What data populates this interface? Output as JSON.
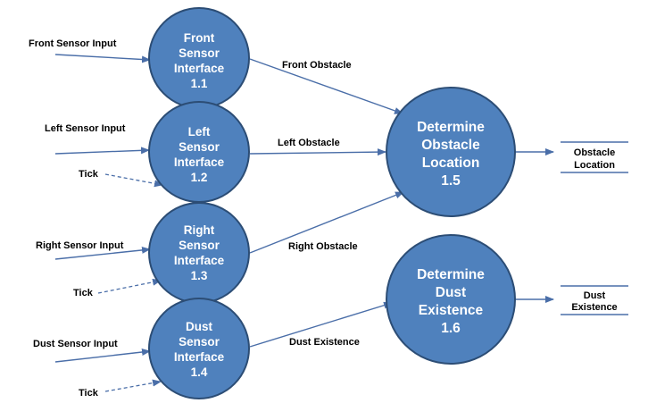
{
  "colors": {
    "process_fill": "#4F81BD",
    "process_stroke": "#2C4D75",
    "arrow": "#4A6EA8",
    "text_on_process": "#FFFFFF",
    "label": "#000000"
  },
  "processes": {
    "front": {
      "lines": [
        "Front",
        "Sensor",
        "Interface",
        "1.1"
      ]
    },
    "left": {
      "lines": [
        "Left",
        "Sensor",
        "Interface",
        "1.2"
      ]
    },
    "right": {
      "lines": [
        "Right",
        "Sensor",
        "Interface",
        "1.3"
      ]
    },
    "dust": {
      "lines": [
        "Dust",
        "Sensor",
        "Interface",
        "1.4"
      ]
    },
    "obstacle": {
      "lines": [
        "Determine",
        "Obstacle",
        "Location",
        "1.5"
      ]
    },
    "existence": {
      "lines": [
        "Determine",
        "Dust",
        "Existence",
        "1.6"
      ]
    }
  },
  "inputs": {
    "front": "Front Sensor Input",
    "left": "Left Sensor Input",
    "right": "Right Sensor Input",
    "dust": "Dust Sensor Input"
  },
  "ticks": {
    "left": "Tick",
    "right": "Tick",
    "dust": "Tick"
  },
  "flows": {
    "front_obstacle": "Front Obstacle",
    "left_obstacle": "Left Obstacle",
    "right_obstacle": "Right Obstacle",
    "dust_existence": "Dust Existence"
  },
  "stores": {
    "obstacle_location": [
      "Obstacle",
      "Location"
    ],
    "dust_existence": [
      "Dust",
      "Existence"
    ]
  }
}
